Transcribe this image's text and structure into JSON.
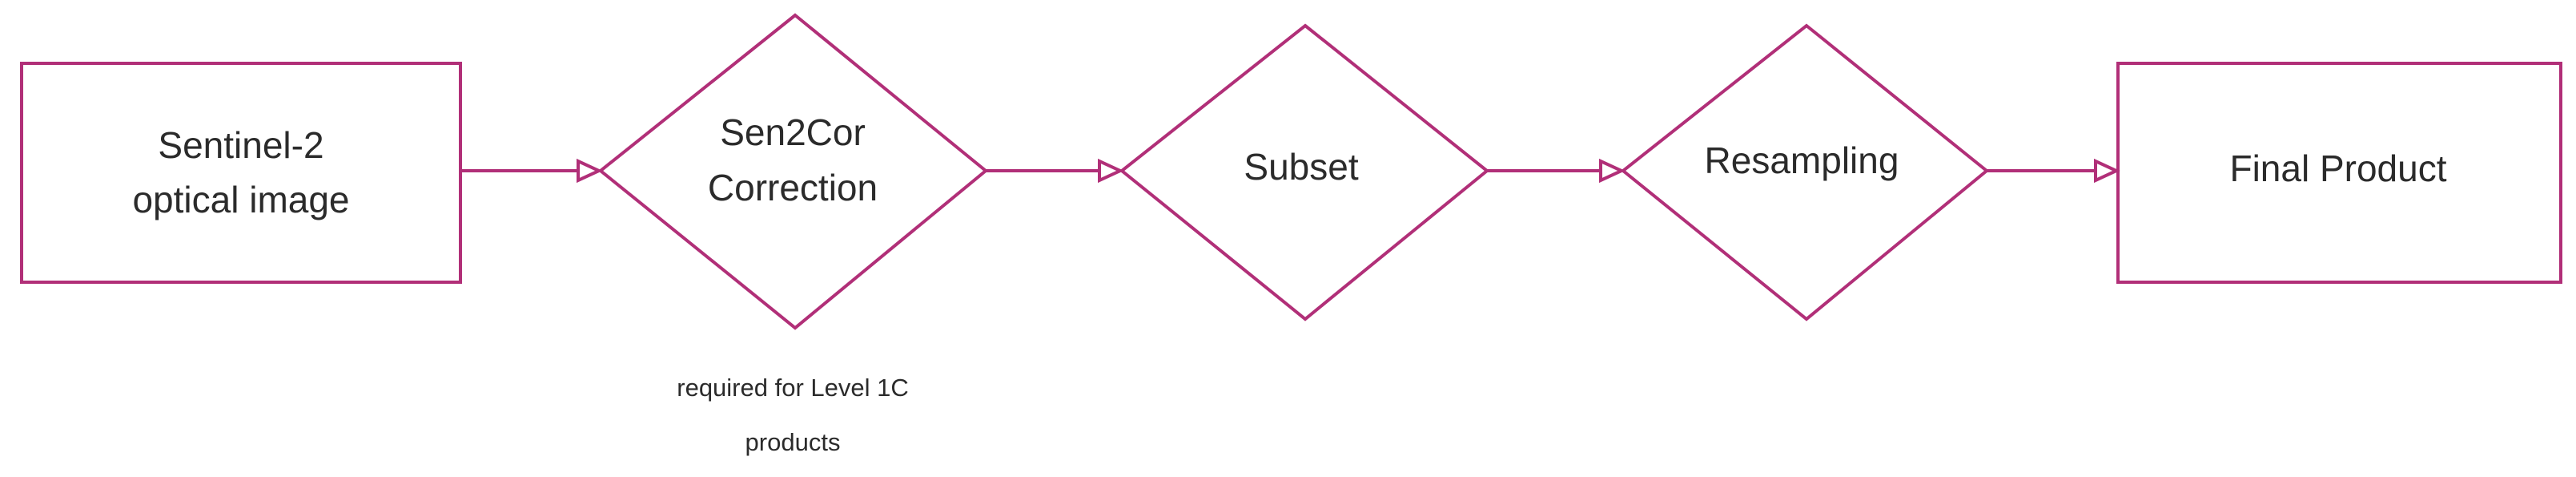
{
  "diagram": {
    "colors": {
      "stroke": "#b12f78",
      "text": "#2b2b2b",
      "background": "#ffffff"
    },
    "nodes": {
      "source": {
        "shape": "rectangle",
        "line1": "Sentinel-2",
        "line2": "optical image"
      },
      "sen2cor": {
        "shape": "diamond",
        "line1": "Sen2Cor",
        "line2": "Correction",
        "note_line1": "required for Level 1C",
        "note_line2": "products"
      },
      "subset": {
        "shape": "diamond",
        "label": "Subset"
      },
      "resampling": {
        "shape": "diamond",
        "label": "Resampling"
      },
      "final": {
        "shape": "rectangle",
        "label": "Final Product"
      }
    },
    "edges": [
      {
        "from": "source",
        "to": "sen2cor"
      },
      {
        "from": "sen2cor",
        "to": "subset"
      },
      {
        "from": "subset",
        "to": "resampling"
      },
      {
        "from": "resampling",
        "to": "final"
      }
    ]
  }
}
